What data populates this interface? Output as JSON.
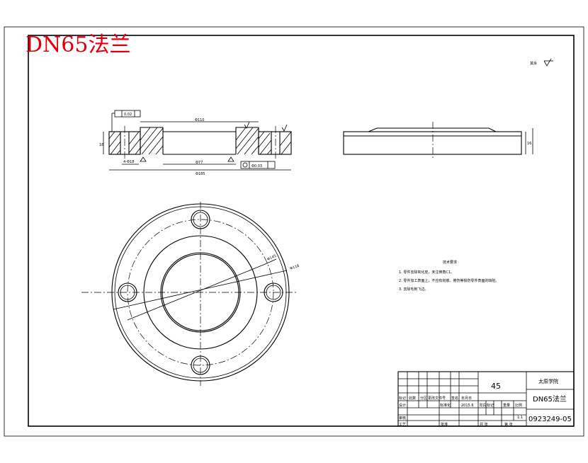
{
  "header": {
    "title": "DN65法兰",
    "title_color": "#e0000c"
  },
  "roughness": {
    "note": "其余"
  },
  "dimensions": {
    "d_top": "Φ110",
    "d_bore": "Φ77",
    "d_outer": "Φ185",
    "bolt_holes": "4-Φ18",
    "pcd": "Φ145",
    "d_center": "Φ118",
    "flatness": "0.02",
    "coax": "Φ0.03",
    "height": "16",
    "side_h": "18"
  },
  "tech_requirements": {
    "heading": "技术要求",
    "items": [
      "1. 零件去除氧化皮，未注倒角C1。",
      "2. 零件加工表面上，不应有划痕、擦伤等损伤零件表面的缺陷。",
      "3. 去除毛刺飞边。"
    ]
  },
  "title_block": {
    "material": "45",
    "school": "太原学院",
    "part_name": "DN65法兰",
    "drawing_no": "0923249-05",
    "cells": {
      "mark": "标记",
      "count": "处数",
      "zone": "分区",
      "change_doc": "更改文件号",
      "signature": "签名",
      "date": "年月日",
      "designer": "设计",
      "standard": "标准化",
      "date_value": "2015.6",
      "stage_mark": "阶段标记",
      "weight": "重量",
      "scale": "比例",
      "review": "审核",
      "process": "工艺",
      "approve": "批准",
      "scale_value": "1:1",
      "sheets_total": "共 张",
      "sheet_no": "第 张"
    }
  }
}
